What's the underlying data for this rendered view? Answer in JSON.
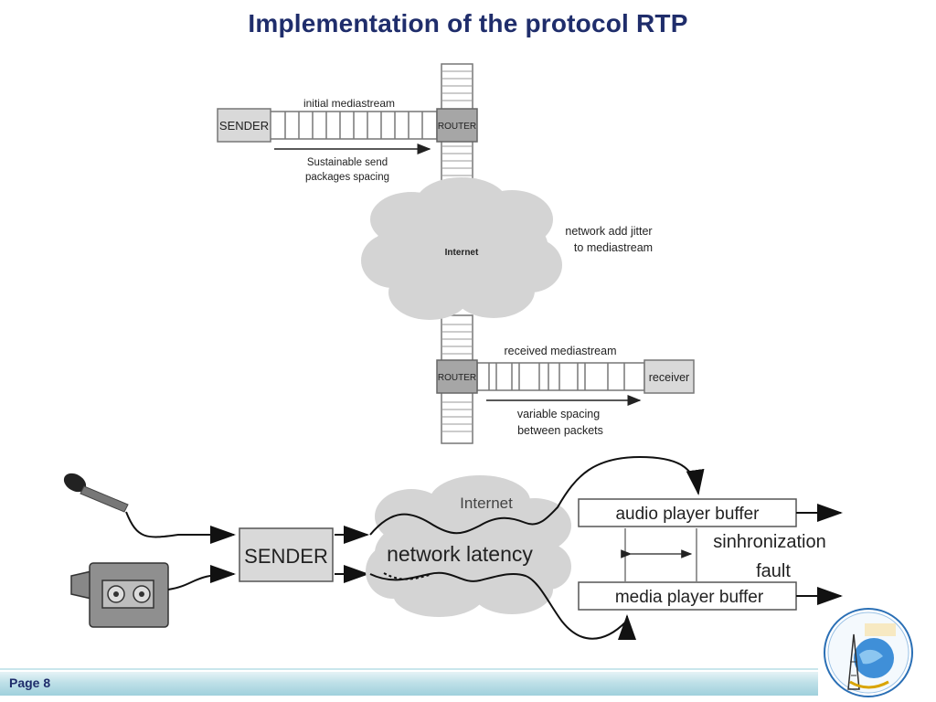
{
  "title": "Implementation of the protocol RTP",
  "top_diagram": {
    "sender": "SENDER",
    "router_top": "ROUTER",
    "initial_stream": "initial mediastream",
    "send_note_1": "Sustainable send",
    "send_note_2": "packages spacing",
    "internet": "Internet",
    "jitter_1": "network add jitter",
    "jitter_2": "to mediastream",
    "received_stream": "received mediastream",
    "router_bottom": "ROUTER",
    "receiver": "receiver",
    "spacing_1": "variable spacing",
    "spacing_2": "between packets"
  },
  "bottom_diagram": {
    "internet": "Internet",
    "sender": "SENDER",
    "latency": "network latency",
    "audio_buffer": "audio player buffer",
    "media_buffer": "media player buffer",
    "sync_1": "sinhronization",
    "sync_2": "fault"
  },
  "footer": {
    "page": "Page 8"
  },
  "colors": {
    "title": "#1f2d6b",
    "box_fill": "#d9d9d9",
    "router_fill": "#a6a6a6",
    "cloud": "#d4d4d4",
    "footer_band": "#bfe0e8"
  }
}
